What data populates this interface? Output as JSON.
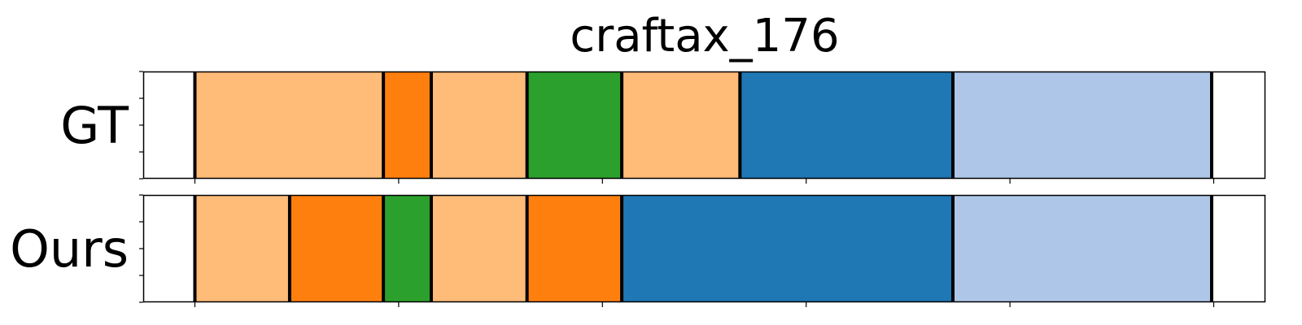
{
  "chart_data": {
    "type": "segmentation-timeline",
    "title": "craftax_176",
    "xlim": [
      0,
      100
    ],
    "x_ticks": [
      5,
      25,
      45,
      65,
      85,
      105
    ],
    "rows": [
      {
        "label": "GT",
        "segments": [
          {
            "start": 5.0,
            "end": 23.5,
            "color": "#ffbb78"
          },
          {
            "start": 23.5,
            "end": 28.2,
            "color": "#ff7f0e"
          },
          {
            "start": 28.2,
            "end": 37.6,
            "color": "#ffbb78"
          },
          {
            "start": 37.6,
            "end": 46.9,
            "color": "#2ca02c"
          },
          {
            "start": 46.9,
            "end": 58.5,
            "color": "#ffbb78"
          },
          {
            "start": 58.5,
            "end": 79.4,
            "color": "#1f77b4"
          },
          {
            "start": 79.4,
            "end": 104.8,
            "color": "#aec7e8"
          }
        ]
      },
      {
        "label": "Ours",
        "segments": [
          {
            "start": 5.0,
            "end": 14.3,
            "color": "#ffbb78"
          },
          {
            "start": 14.3,
            "end": 23.5,
            "color": "#ff7f0e"
          },
          {
            "start": 23.5,
            "end": 28.2,
            "color": "#2ca02c"
          },
          {
            "start": 28.2,
            "end": 37.6,
            "color": "#ffbb78"
          },
          {
            "start": 37.6,
            "end": 46.9,
            "color": "#ff7f0e"
          },
          {
            "start": 46.9,
            "end": 79.4,
            "color": "#1f77b4"
          },
          {
            "start": 79.4,
            "end": 104.8,
            "color": "#aec7e8"
          }
        ]
      }
    ]
  }
}
